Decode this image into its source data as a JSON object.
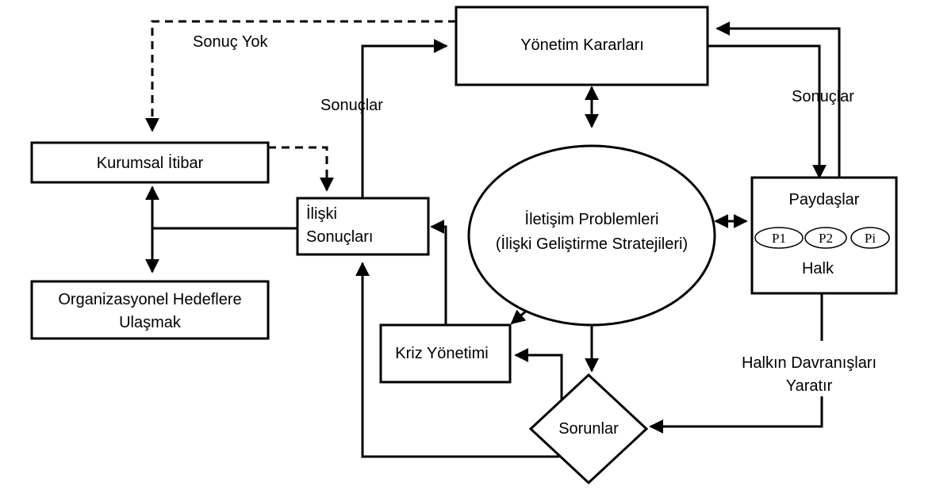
{
  "nodes": {
    "yonetim": "Yönetim Kararları",
    "kurumsal": "Kurumsal İtibar",
    "iliski_line1": "İlişki",
    "iliski_line2": "Sonuçları",
    "org_line1": "Organizasyonel Hedeflere",
    "org_line2": "Ulaşmak",
    "iletisim_line1": "İletişim Problemleri",
    "iletisim_line2": "(İlişki Geliştirme Stratejileri)",
    "paydaslar": "Paydaşlar",
    "p1": "P1",
    "p2": "P2",
    "pi": "Pi",
    "halk": "Halk",
    "kriz": "Kriz Yönetimi",
    "sorunlar": "Sorunlar"
  },
  "edge_labels": {
    "sonuc_yok": "Sonuç Yok",
    "sonuclar_left": "Sonuçlar",
    "sonuclar_right": "Sonuçlar",
    "halkin_line1": "Halkın Davranışları",
    "halkin_line2": "Yaratır"
  },
  "colors": {
    "stroke": "#000000",
    "background": "#ffffff"
  }
}
